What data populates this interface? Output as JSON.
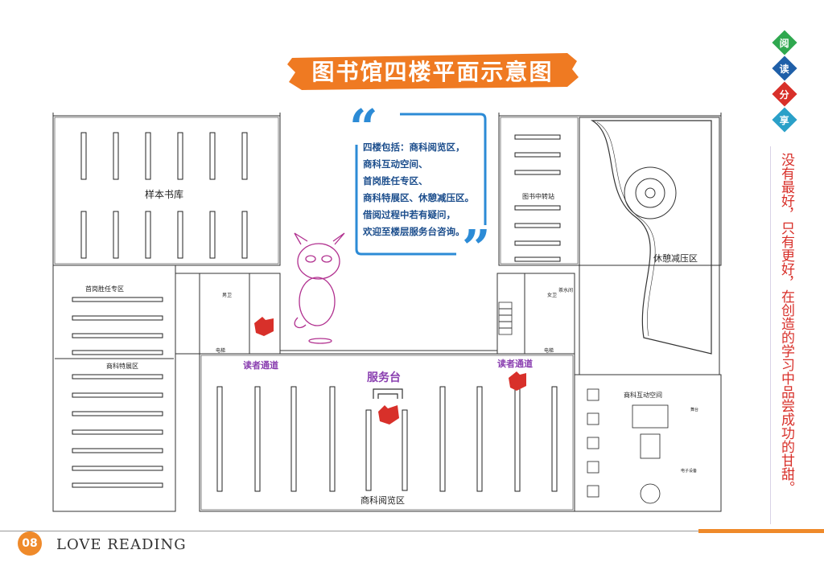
{
  "title": "图书馆四楼平面示意图",
  "info": {
    "lines": [
      "四楼包括：商科阅览区，",
      "商科互动空间、",
      "首岗胜任专区、",
      "商科特展区、休憩减压区。",
      "借阅过程中若有疑问，",
      "欢迎至楼层服务台咨询。"
    ]
  },
  "zones": {
    "sample_stack": "样本书库",
    "first_post": "首岗胜任专区",
    "special_exhibit": "商科特展区",
    "reading_area": "商科阅览区",
    "interactive_space": "商科互动空间",
    "book_transfer": "图书中转站",
    "rest_area": "休憩减压区",
    "service_desk": "服务台",
    "reader_passage_left": "读者通道",
    "reader_passage_right": "读者通道",
    "male_wc": "男卫",
    "female_wc": "女卫",
    "tea_room": "茶水间",
    "elevator_left": "电梯",
    "elevator_right": "电梯",
    "stage": "舞台",
    "equipment": "电子设备"
  },
  "side_badges": [
    {
      "char": "阅",
      "color": "#2fa84f"
    },
    {
      "char": "读",
      "color": "#1f5fa8"
    },
    {
      "char": "分",
      "color": "#d8302a"
    },
    {
      "char": "享",
      "color": "#2aa0c8"
    }
  ],
  "motto": "没有最好，只有更好，在创造的学习中品尝成功的甘甜。",
  "footer": {
    "logo": "08",
    "text": "LOVE READING"
  },
  "colors": {
    "banner": "#ef7a22",
    "accent_blue": "#2c8bd6",
    "pointer": "#d8302a",
    "passage_label": "#8a3fb0"
  }
}
